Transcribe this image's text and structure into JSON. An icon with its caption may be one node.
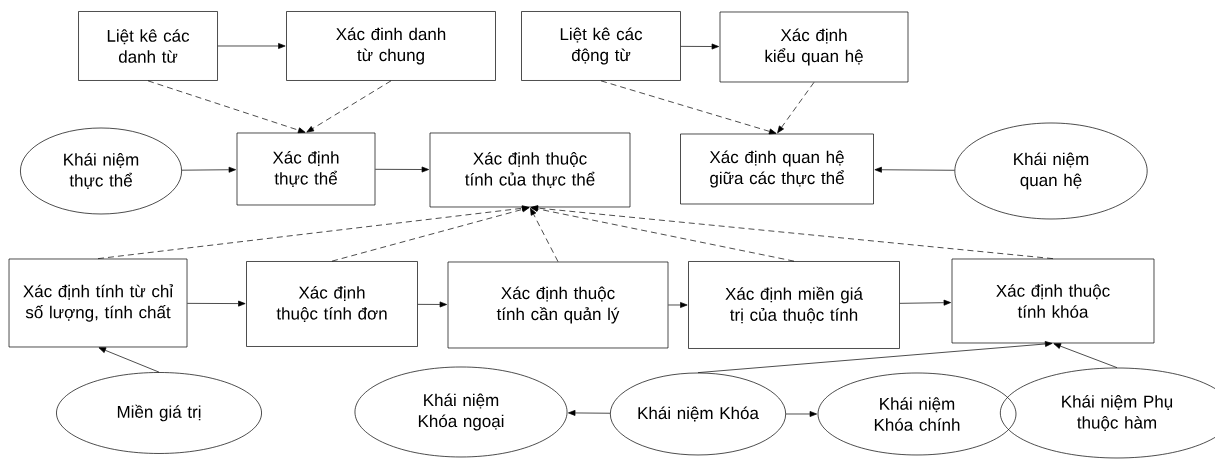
{
  "diagram": {
    "nodes": [
      {
        "text": [
          "Liệt kê các danh từ"
        ]
      },
      {
        "text": [
          "Xác đinh danh từ chung"
        ]
      },
      {
        "text": [
          "Liệt kê các động từ"
        ]
      },
      {
        "text": [
          "Xác định kiểu quan hệ"
        ]
      },
      {
        "text": [
          "Khái niệm thực thể"
        ]
      },
      {
        "text": [
          "Xác định thực thể"
        ]
      },
      {
        "text": [
          "Xác định thuộc tính của thực thể"
        ]
      },
      {
        "text": [
          "Xác định quan hệ giữa các thực thể"
        ]
      },
      {
        "text": [
          "Khái niệm quan hệ"
        ]
      },
      {
        "text": [
          "Xác định tính từ chỉ số lượng, tính chất"
        ]
      },
      {
        "text": [
          "Xác định thuộc tính đơn"
        ]
      },
      {
        "text": [
          "Xác định thuộc tính cần quản lý"
        ]
      },
      {
        "text": [
          "Xác định miền giá trị của thuộc tính"
        ]
      },
      {
        "text": [
          "Xác định thuộc tính khóa"
        ]
      },
      {
        "text": [
          "Miền giá trị"
        ]
      },
      {
        "text": [
          "Khái niệm Khóa ngoại"
        ]
      },
      {
        "text": [
          "Khái niệm Khóa"
        ]
      },
      {
        "text": [
          "Khái niệm Khóa chính"
        ]
      },
      {
        "text": [
          "Khái niệm Phụ thuộc hàm"
        ]
      }
    ],
    "edges": [
      {
        "from": 0,
        "to": 1,
        "arrow": "to"
      },
      {
        "from": 0,
        "to": 5,
        "arrow": "to",
        "style": "dashed"
      },
      {
        "from": 1,
        "to": 5,
        "arrow": "to",
        "style": "dashed"
      },
      {
        "from": 2,
        "to": 3,
        "arrow": "to"
      },
      {
        "from": 2,
        "to": 7,
        "arrow": "to",
        "style": "dashed"
      },
      {
        "from": 3,
        "to": 7,
        "arrow": "to",
        "style": "dashed"
      },
      {
        "from": 4,
        "to": 5,
        "arrow": "to"
      },
      {
        "from": 5,
        "to": 6,
        "arrow": "to"
      },
      {
        "from": 8,
        "to": 7,
        "arrow": "to"
      },
      {
        "from": 9,
        "to": 6,
        "arrow": "to",
        "style": "dashed"
      },
      {
        "from": 10,
        "to": 6,
        "arrow": "to",
        "style": "dashed"
      },
      {
        "from": 11,
        "to": 6,
        "arrow": "to",
        "style": "dashed"
      },
      {
        "from": 12,
        "to": 6,
        "arrow": "to",
        "style": "dashed"
      },
      {
        "from": 13,
        "to": 6,
        "arrow": "to",
        "style": "dashed"
      },
      {
        "from": 9,
        "to": 10,
        "arrow": "to"
      },
      {
        "from": 10,
        "to": 11,
        "arrow": "to"
      },
      {
        "from": 11,
        "to": 12,
        "arrow": "to"
      },
      {
        "from": 12,
        "to": 13,
        "arrow": "to"
      },
      {
        "from": 14,
        "to": 9,
        "arrow": "to"
      },
      {
        "from": 16,
        "to": 15,
        "arrow": "to"
      },
      {
        "from": 16,
        "to": 17,
        "arrow": "to"
      },
      {
        "from": 16,
        "to": 13,
        "arrow": "to"
      },
      {
        "from": 18,
        "to": 13,
        "arrow": "to"
      }
    ]
  }
}
